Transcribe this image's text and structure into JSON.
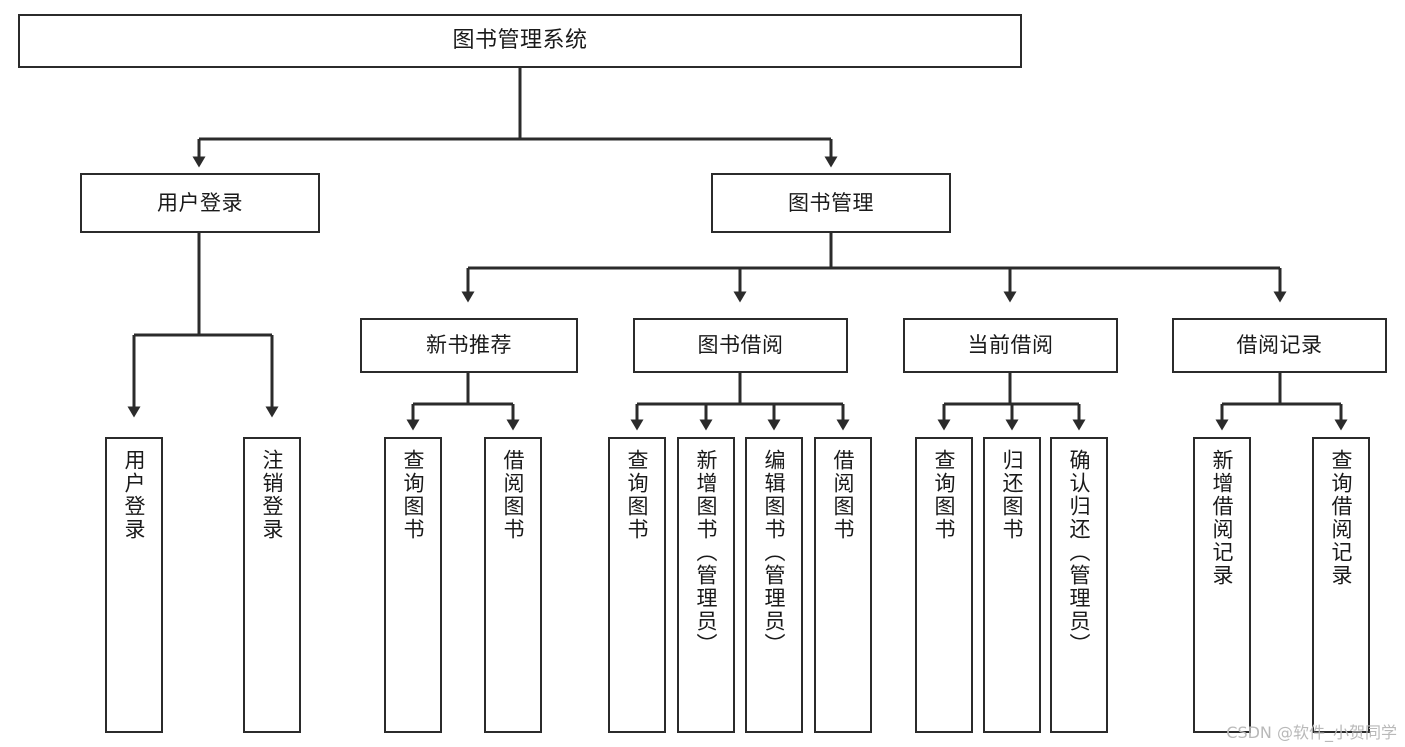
{
  "diagram": {
    "title": "图书管理系统",
    "type": "hierarchy-tree",
    "root": {
      "id": "root",
      "label": "图书管理系统"
    },
    "level2": [
      {
        "id": "user-login",
        "label": "用户登录"
      },
      {
        "id": "book-manage",
        "label": "图书管理"
      }
    ],
    "level3": [
      {
        "id": "new-book-recommend",
        "label": "新书推荐"
      },
      {
        "id": "book-borrow",
        "label": "图书借阅"
      },
      {
        "id": "current-borrow",
        "label": "当前借阅"
      },
      {
        "id": "borrow-record",
        "label": "借阅记录"
      }
    ],
    "leaves": {
      "user_login": [
        {
          "id": "leaf-user-login",
          "label": "用户登录"
        },
        {
          "id": "leaf-logout-login",
          "label": "注销登录"
        }
      ],
      "new_book_recommend": [
        {
          "id": "leaf-query-book-1",
          "label": "查询图书"
        },
        {
          "id": "leaf-borrow-book-1",
          "label": "借阅图书"
        }
      ],
      "book_borrow": [
        {
          "id": "leaf-query-book-2",
          "label": "查询图书"
        },
        {
          "id": "leaf-add-book",
          "label": "新增图书（管理员）"
        },
        {
          "id": "leaf-edit-book",
          "label": "编辑图书（管理员）"
        },
        {
          "id": "leaf-borrow-book-2",
          "label": "借阅图书"
        }
      ],
      "current_borrow": [
        {
          "id": "leaf-query-book-3",
          "label": "查询图书"
        },
        {
          "id": "leaf-return-book",
          "label": "归还图书"
        },
        {
          "id": "leaf-confirm-return",
          "label": "确认归还（管理员）"
        }
      ],
      "borrow_record": [
        {
          "id": "leaf-add-record",
          "label": "新增借阅记录"
        },
        {
          "id": "leaf-query-record",
          "label": "查询借阅记录"
        }
      ]
    }
  },
  "watermark": {
    "text": "CSDN @软件_小贺同学"
  },
  "colors": {
    "stroke": "#2b2b2b",
    "background": "#ffffff",
    "text": "#1a1a1a",
    "watermark": "#b9b9b9"
  }
}
